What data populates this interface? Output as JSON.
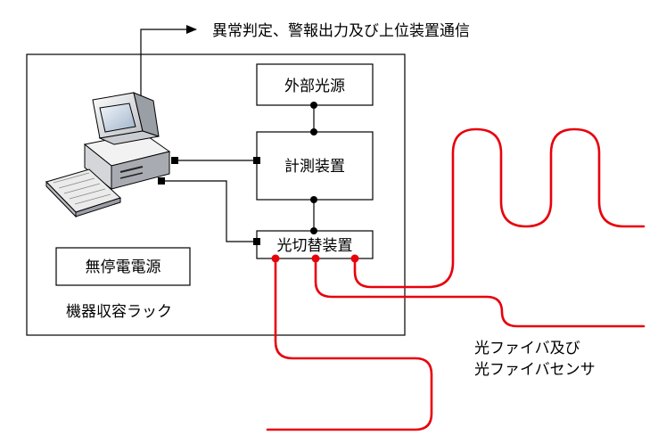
{
  "output_label": "異常判定、警報出力及び上位装置通信",
  "rack_label": "機器収容ラック",
  "ups_label": "無停電電源",
  "light_source_label": "外部光源",
  "measurement_label": "計測装置",
  "switch_label": "光切替装置",
  "fiber_label_line1": "光ファイバ及び",
  "fiber_label_line2": "光ファイバセンサ",
  "colors": {
    "fiber": "#e8000b",
    "line": "#000000",
    "box_border": "#000000"
  }
}
